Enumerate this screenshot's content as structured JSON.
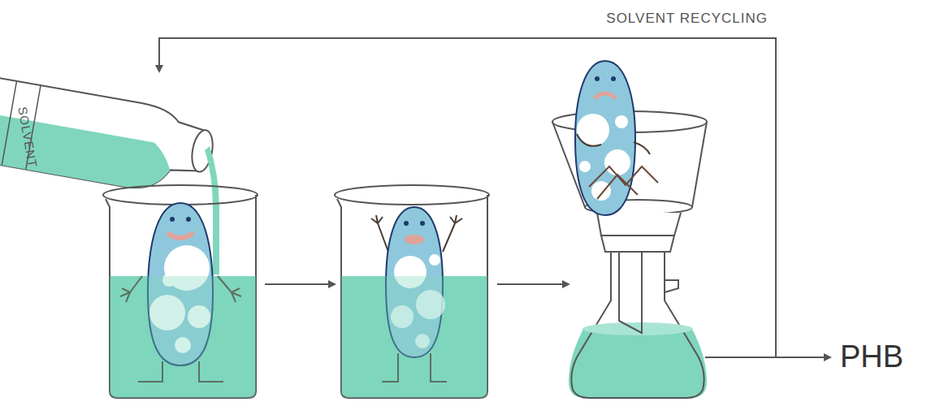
{
  "diagram": {
    "labels": [
      "SOLVENT RECYCLING",
      "SOLVENT",
      "PHB"
    ]
  }
}
